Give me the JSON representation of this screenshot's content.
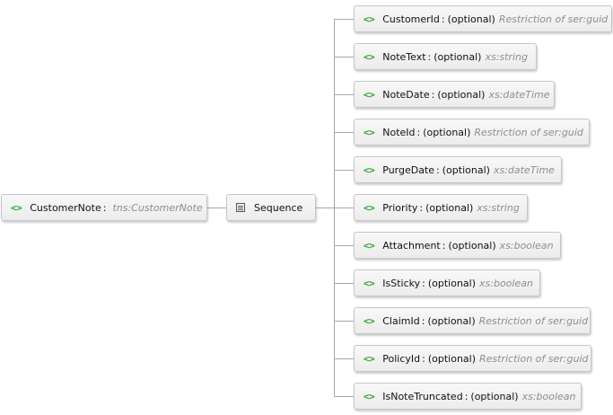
{
  "root": {
    "icon": "element-icon",
    "name": "CustomerNote",
    "separator": ":",
    "type": "tns:CustomerNote"
  },
  "sequence": {
    "icon": "sequence-icon",
    "label": "Sequence"
  },
  "children": [
    {
      "name": "CustomerId",
      "separator": ":",
      "optional": "(optional)",
      "type": "Restriction of ser:guid"
    },
    {
      "name": "NoteText",
      "separator": ":",
      "optional": "(optional)",
      "type": "xs:string"
    },
    {
      "name": "NoteDate",
      "separator": ":",
      "optional": "(optional)",
      "type": "xs:dateTime"
    },
    {
      "name": "NoteId",
      "separator": ":",
      "optional": "(optional)",
      "type": "Restriction of ser:guid"
    },
    {
      "name": "PurgeDate",
      "separator": ":",
      "optional": "(optional)",
      "type": "xs:dateTime"
    },
    {
      "name": "Priority",
      "separator": ":",
      "optional": "(optional)",
      "type": "xs:string"
    },
    {
      "name": "Attachment",
      "separator": ":",
      "optional": "(optional)",
      "type": "xs:boolean"
    },
    {
      "name": "IsSticky",
      "separator": ":",
      "optional": "(optional)",
      "type": "xs:boolean"
    },
    {
      "name": "ClaimId",
      "separator": ":",
      "optional": "(optional)",
      "type": "Restriction of ser:guid"
    },
    {
      "name": "PolicyId",
      "separator": ":",
      "optional": "(optional)",
      "type": "Restriction of ser:guid"
    },
    {
      "name": "IsNoteTruncated",
      "separator": ":",
      "optional": "(optional)",
      "type": "xs:boolean"
    }
  ],
  "colors": {
    "element_icon": "#2fa32f",
    "type_text": "#8e8e8e",
    "connector": "#a8a8a8",
    "node_border": "#c6c6c6"
  }
}
